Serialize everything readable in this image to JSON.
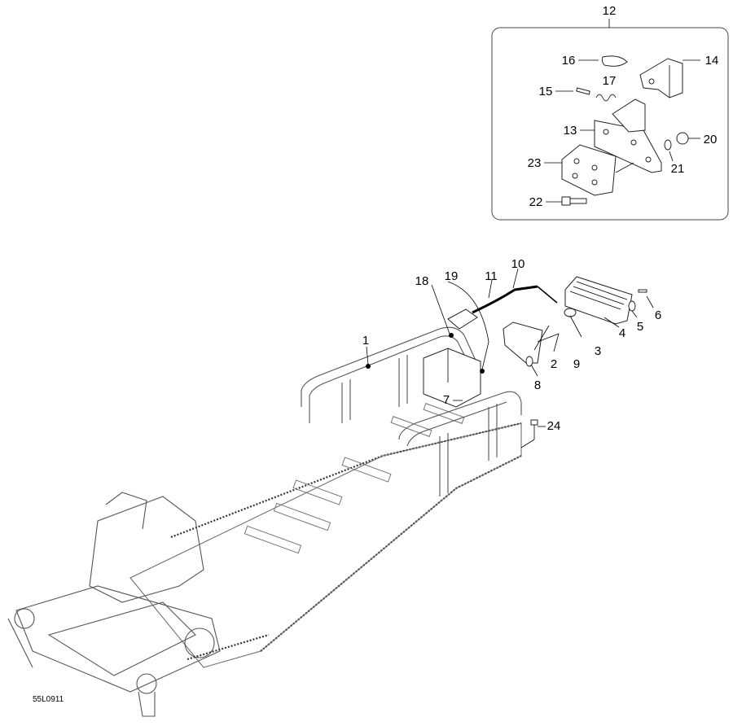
{
  "diagram": {
    "reference_code": "55L0911",
    "callouts": [
      "1",
      "2",
      "3",
      "4",
      "5",
      "6",
      "7",
      "8",
      "9",
      "10",
      "11",
      "12",
      "13",
      "14",
      "15",
      "16",
      "17",
      "18",
      "19",
      "20",
      "21",
      "22",
      "23",
      "24"
    ]
  }
}
